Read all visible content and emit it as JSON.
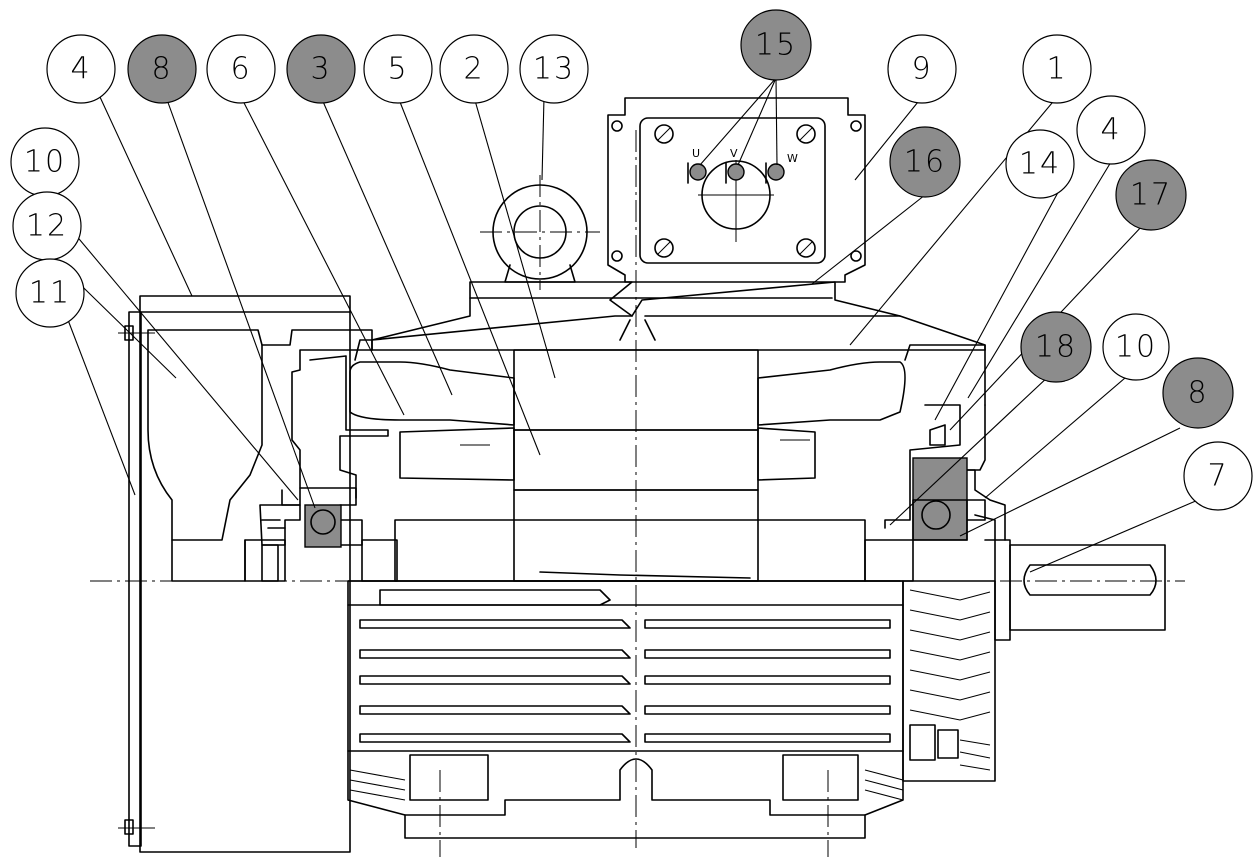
{
  "callouts": [
    {
      "id": "c-4-left",
      "label": "4",
      "fill": "white"
    },
    {
      "id": "c-8-left",
      "label": "8",
      "fill": "grey"
    },
    {
      "id": "c-6",
      "label": "6",
      "fill": "white"
    },
    {
      "id": "c-3",
      "label": "3",
      "fill": "grey"
    },
    {
      "id": "c-5",
      "label": "5",
      "fill": "white"
    },
    {
      "id": "c-2",
      "label": "2",
      "fill": "white"
    },
    {
      "id": "c-13",
      "label": "13",
      "fill": "white"
    },
    {
      "id": "c-15",
      "label": "15",
      "fill": "grey"
    },
    {
      "id": "c-9",
      "label": "9",
      "fill": "white"
    },
    {
      "id": "c-1",
      "label": "1",
      "fill": "white"
    },
    {
      "id": "c-16",
      "label": "16",
      "fill": "grey"
    },
    {
      "id": "c-14",
      "label": "14",
      "fill": "white"
    },
    {
      "id": "c-4-right",
      "label": "4",
      "fill": "white"
    },
    {
      "id": "c-17",
      "label": "17",
      "fill": "grey"
    },
    {
      "id": "c-10-left",
      "label": "10",
      "fill": "white"
    },
    {
      "id": "c-12",
      "label": "12",
      "fill": "white"
    },
    {
      "id": "c-11",
      "label": "11",
      "fill": "white"
    },
    {
      "id": "c-18",
      "label": "18",
      "fill": "grey"
    },
    {
      "id": "c-10-right",
      "label": "10",
      "fill": "white"
    },
    {
      "id": "c-8-right",
      "label": "8",
      "fill": "grey"
    },
    {
      "id": "c-7",
      "label": "7",
      "fill": "white"
    }
  ],
  "terminals": {
    "u": "U",
    "v": "V",
    "w": "W"
  },
  "colors": {
    "line": "#000000",
    "grey_fill": "#8c8c8c",
    "background": "#ffffff"
  }
}
